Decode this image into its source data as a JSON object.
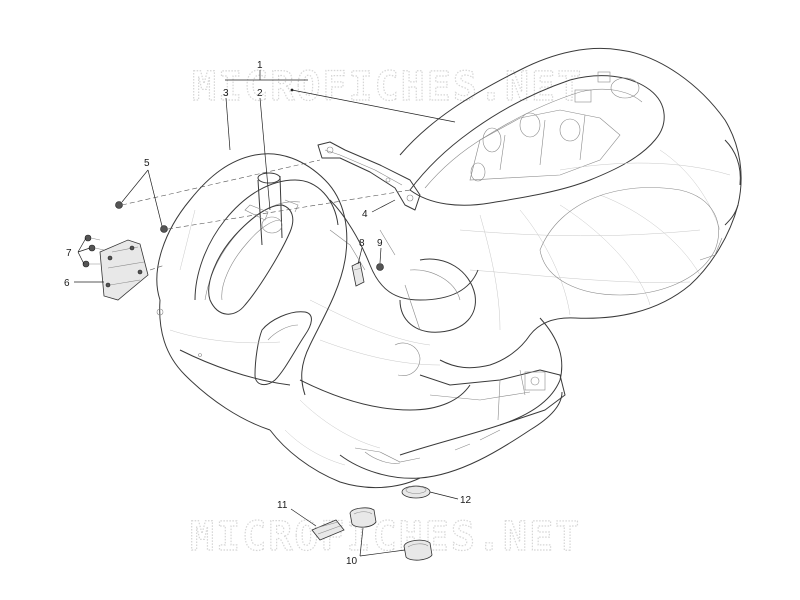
{
  "watermark": {
    "text": "MICROFICHES.NET"
  },
  "callouts": [
    {
      "id": "1",
      "text": "1"
    },
    {
      "id": "2",
      "text": "2"
    },
    {
      "id": "3",
      "text": "3"
    },
    {
      "id": "4",
      "text": "4"
    },
    {
      "id": "5",
      "text": "5"
    },
    {
      "id": "6",
      "text": "6"
    },
    {
      "id": "7",
      "text": "7"
    },
    {
      "id": "8",
      "text": "8"
    },
    {
      "id": "9",
      "text": "9"
    },
    {
      "id": "10",
      "text": "10"
    },
    {
      "id": "11",
      "text": "11"
    },
    {
      "id": "12",
      "text": "12"
    }
  ]
}
